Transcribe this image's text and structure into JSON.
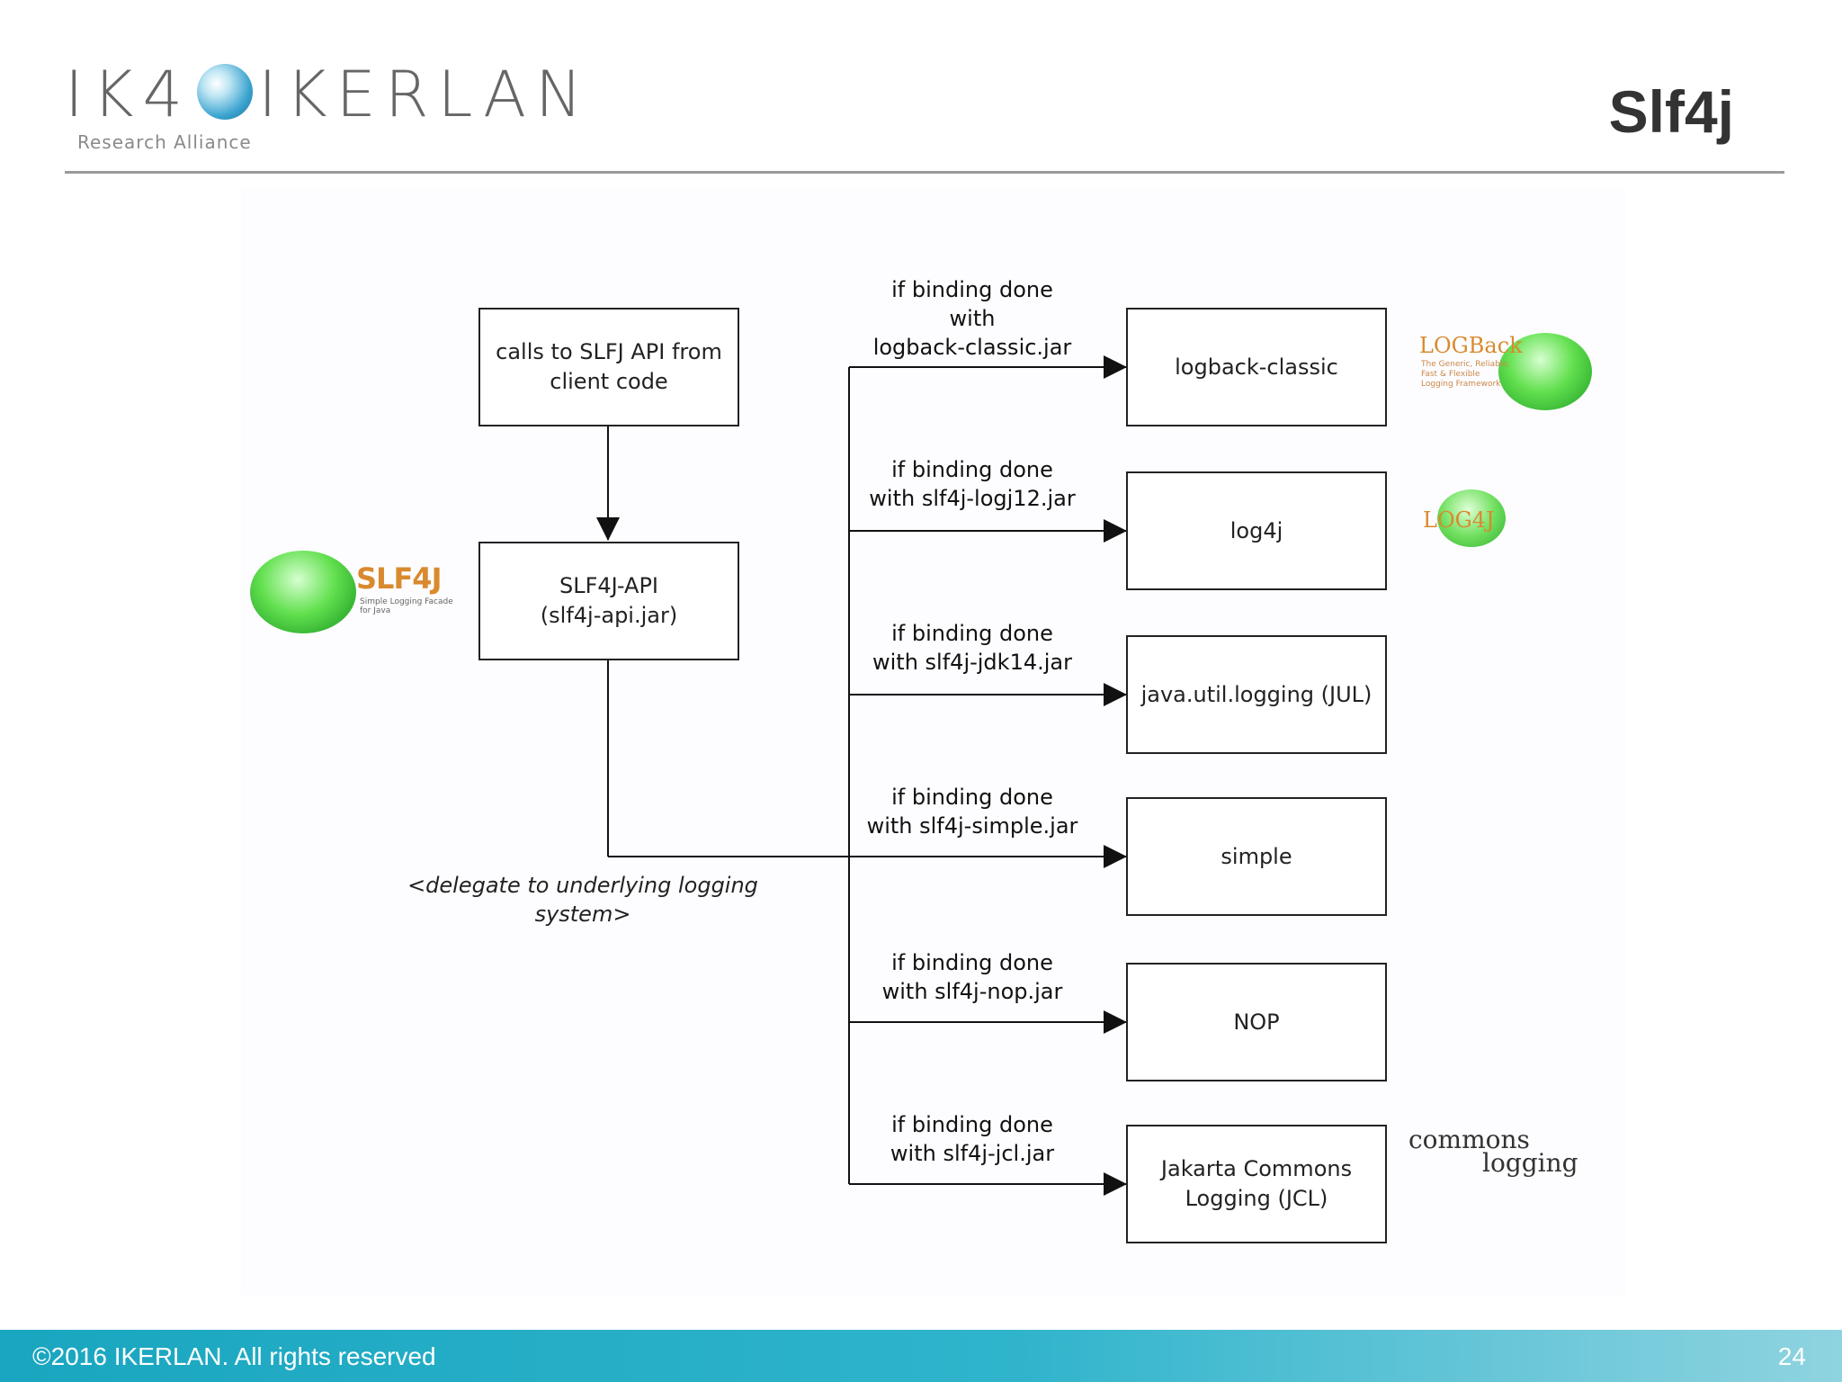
{
  "header": {
    "logo_text": "IK4",
    "logo_name": "IKERLAN",
    "logo_tagline": "Research Alliance",
    "title": "Slf4j"
  },
  "diagram": {
    "client_box": "calls to SLFJ API from\nclient code",
    "api_box": "SLF4J-API\n(slf4j-api.jar)",
    "delegate_note": "<delegate to underlying logging\nsystem>",
    "bindings": [
      {
        "edge_label": "if binding done\nwith\nlogback-classic.jar",
        "target": "logback-classic"
      },
      {
        "edge_label": "if binding done\nwith slf4j-logj12.jar",
        "target": "log4j"
      },
      {
        "edge_label": "if binding done\nwith slf4j-jdk14.jar",
        "target": "java.util.logging (JUL)"
      },
      {
        "edge_label": "if binding done\nwith slf4j-simple.jar",
        "target": "simple"
      },
      {
        "edge_label": "if binding done\nwith slf4j-nop.jar",
        "target": "NOP"
      },
      {
        "edge_label": "if binding done\nwith slf4j-jcl.jar",
        "target": "Jakarta Commons\nLogging (JCL)"
      }
    ],
    "logos": {
      "slf4j": "SLF4J",
      "slf4j_sub": "Simple Logging Facade for Java",
      "logback": "LOGBack",
      "logback_sub": "The Generic, Reliable, Fast & Flexible Logging Framework",
      "log4j": "LOG4J",
      "commons_line1": "commons",
      "commons_line2": "logging"
    }
  },
  "footer": {
    "copyright": "©2016 IKERLAN. All rights reserved",
    "page_number": "24",
    "bar_color": "#2fb4cc"
  }
}
